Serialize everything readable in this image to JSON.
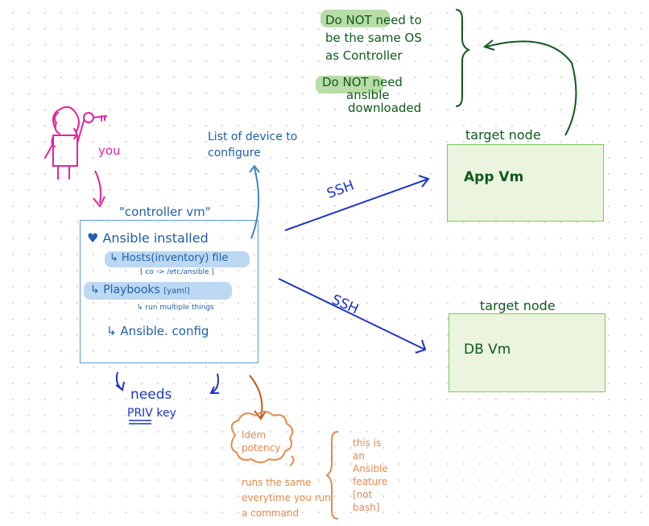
{
  "person": {
    "label": "you",
    "icon": "stick-figure-with-key-icon"
  },
  "controller": {
    "title": "\"controller vm\"",
    "ansible": "Ansible installed",
    "hosts": "Hosts(inventory) file",
    "hosts_path": "[ co -> /etc/ansible ]",
    "playbooks": "Playbooks",
    "playbooks_format": "[yaml]",
    "playbooks_note": "run multiple things",
    "config": "Ansible. config"
  },
  "inventory_note": [
    "List of device to",
    "configure"
  ],
  "ssh_labels": [
    "SSH",
    "SSH"
  ],
  "targets": [
    {
      "header": "target node",
      "name": "App Vm"
    },
    {
      "header": "target node",
      "name": "DB Vm"
    }
  ],
  "target_notes": {
    "note1": [
      "Do NOT",
      "need to",
      "be the same OS",
      "as Controller"
    ],
    "note2": [
      "Do NOT",
      "need",
      "ansible",
      "downloaded"
    ]
  },
  "needs_key": [
    "needs",
    "PRIV",
    "key"
  ],
  "idempotency": {
    "cloud": [
      "Idem",
      "potency"
    ],
    "desc": [
      "runs the same",
      "everytime you run",
      "a command"
    ],
    "aside": [
      "this is",
      "an",
      "Ansible",
      "feature",
      "[not",
      "bash]"
    ]
  },
  "colors": {
    "pink": "#e6239a",
    "blue": "#1f5fa8",
    "dark_blue": "#1d35c8",
    "green": "#1f6b2a",
    "box_fill": "#eaf4de",
    "box_border": "#7cc95a",
    "highlight_green": "#b8dda6",
    "highlight_blue": "#bcd8f2",
    "orange": "#e8894a",
    "brown_arrow": "#c45a1a"
  }
}
